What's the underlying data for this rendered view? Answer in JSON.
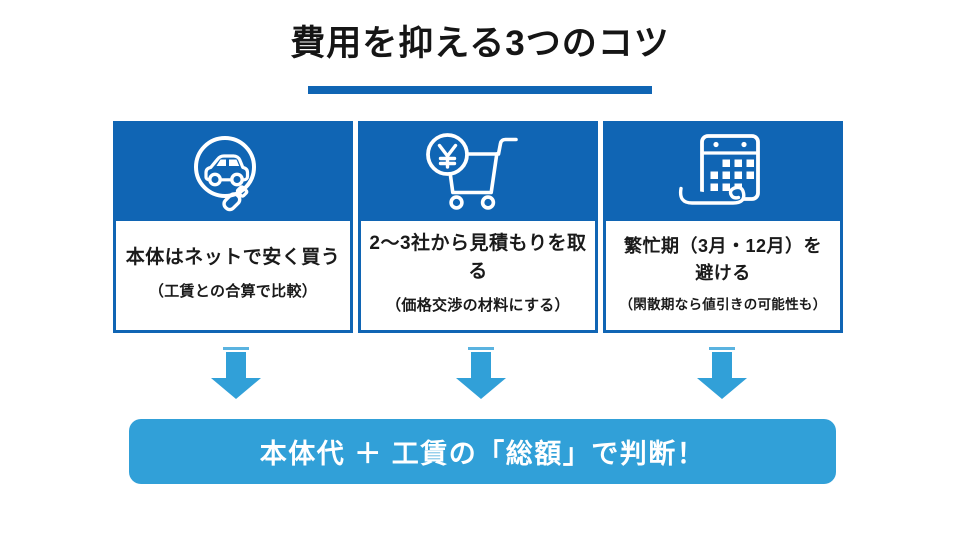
{
  "title": {
    "text": "費用を抑える3つのコツ"
  },
  "colors": {
    "primary_blue": "#1065b4",
    "accent_light_blue": "#31a0d8",
    "text_dark": "#1a1a1a",
    "background": "#ffffff",
    "icon_stroke": "#ffffff"
  },
  "cards": [
    {
      "icon": "magnifier-car-icon",
      "heading": "本体はネットで安く買う",
      "sub": "（工賃との合算で比較）"
    },
    {
      "icon": "cart-yen-icon",
      "heading": "2〜3社から見積もりを取る",
      "sub": "（価格交渉の材料にする）"
    },
    {
      "icon": "tear-off-calendar-icon",
      "heading": "繁忙期（3月・12月）を\n避ける",
      "sub": "（閑散期なら値引きの可能性も）"
    }
  ],
  "conclusion": {
    "text": "本体代 ＋ 工賃の「総額」で判断！"
  }
}
